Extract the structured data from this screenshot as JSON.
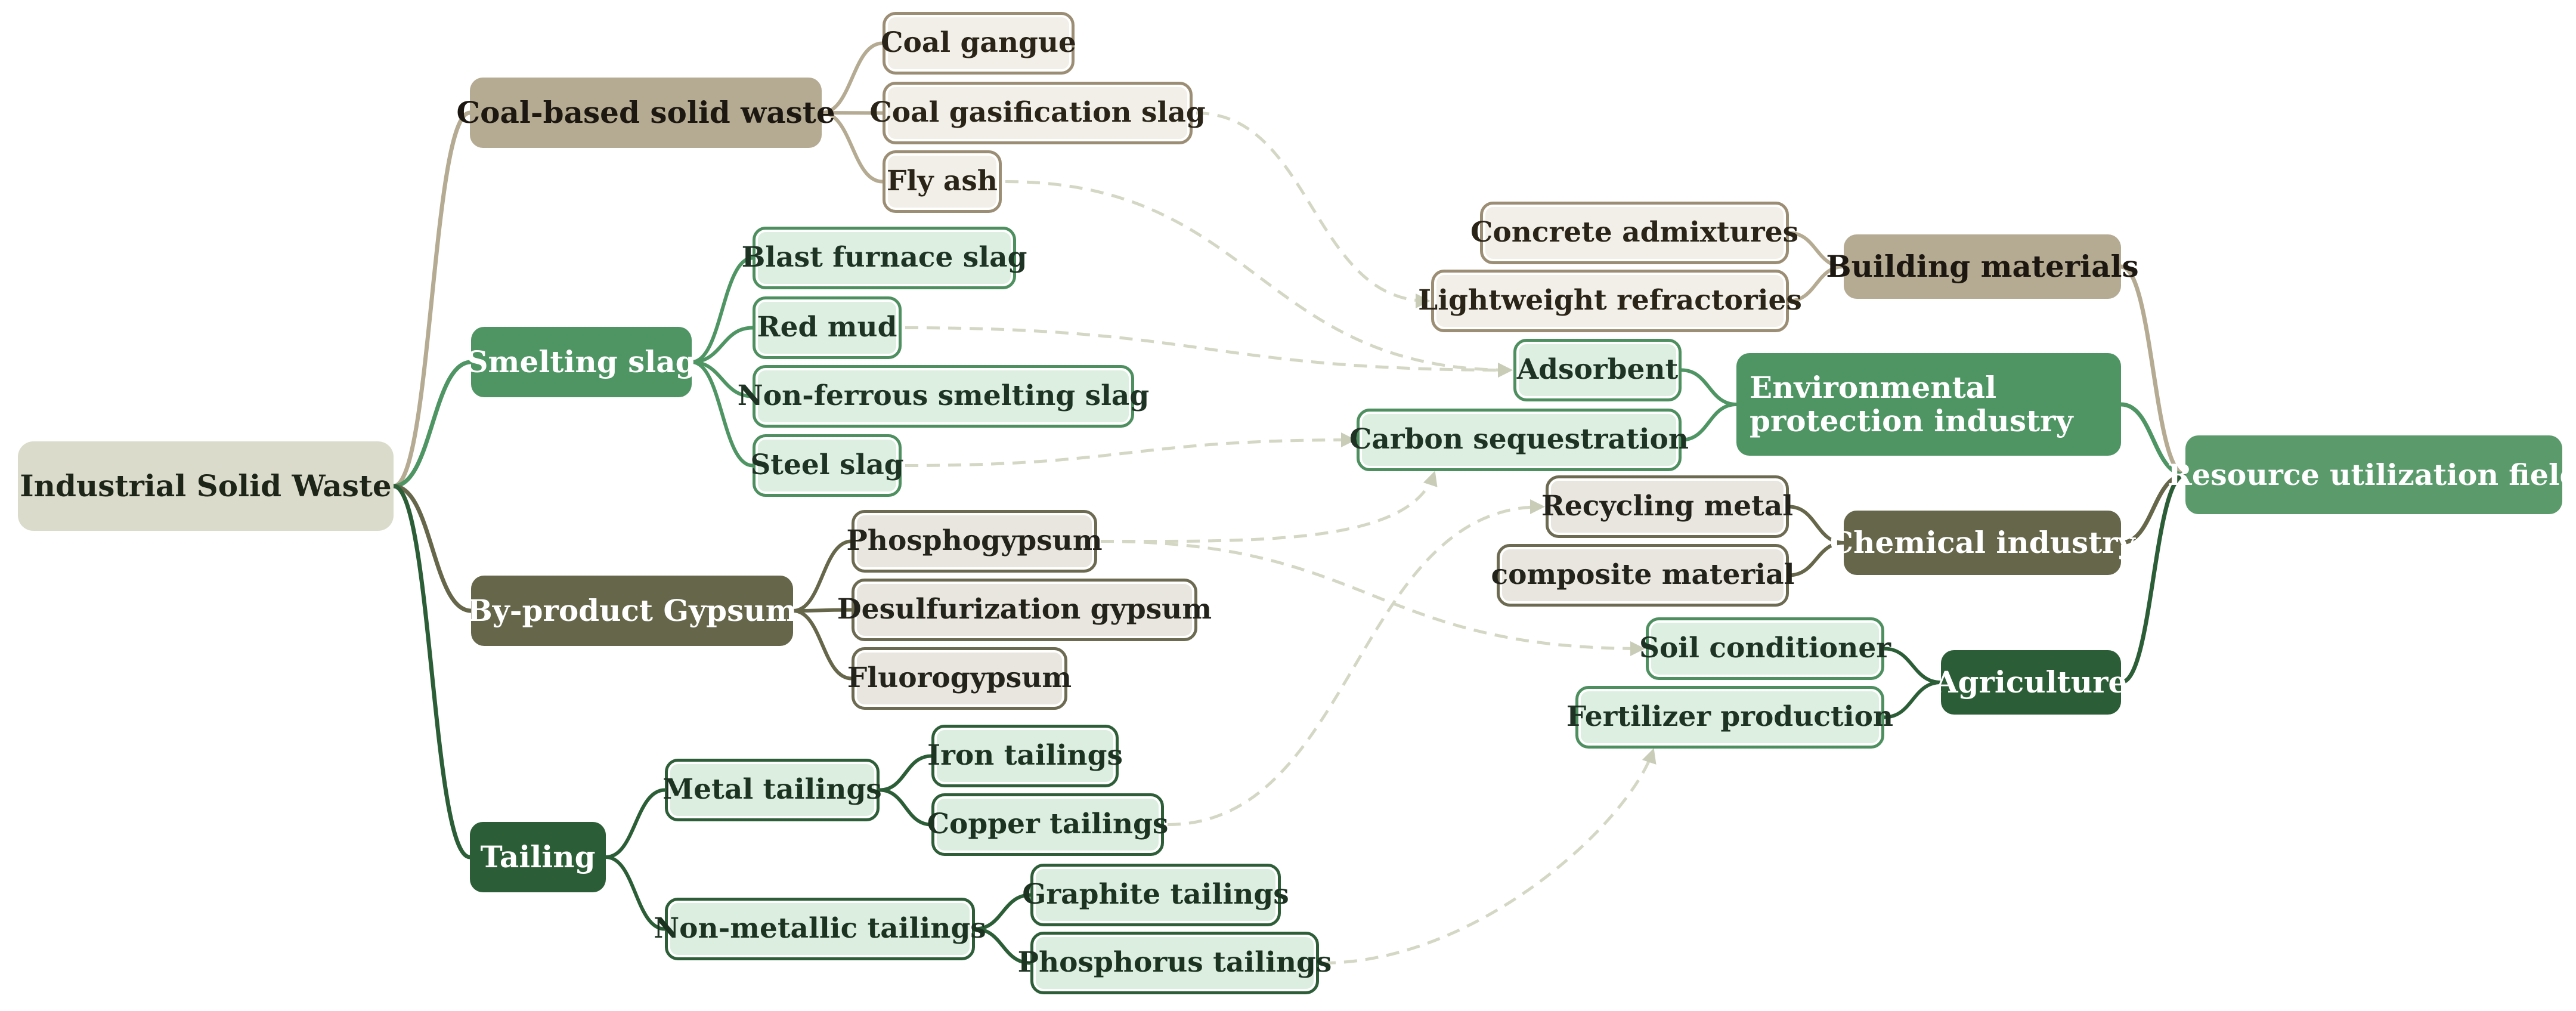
{
  "diagram": {
    "root": "Industrial Solid Waste",
    "categories": {
      "coal": {
        "label": "Coal-based solid waste",
        "items": [
          "Coal gangue",
          "Coal gasification slag",
          "Fly ash"
        ]
      },
      "smelting": {
        "label": "Smelting slag",
        "items": [
          "Blast furnace slag",
          "Red mud",
          "Non-ferrous smelting slag",
          "Steel slag"
        ]
      },
      "gypsum": {
        "label": "By-product Gypsum",
        "items": [
          "Phosphogypsum",
          "Desulfurization gypsum",
          "Fluorogypsum"
        ]
      },
      "tailing": {
        "label": "Tailing",
        "metal": {
          "label": "Metal tailings",
          "items": [
            "Iron tailings",
            "Copper tailings"
          ]
        },
        "nonmetal": {
          "label": "Non-metallic tailings",
          "items": [
            "Graphite tailings",
            "Phosphorus tailings"
          ]
        }
      }
    },
    "field": "Resource utilization field",
    "applications": {
      "building": {
        "label": "Building materials",
        "items": [
          "Concrete admixtures",
          "Lightweight refractories"
        ]
      },
      "env": {
        "label": "Environmental protection industry",
        "items": [
          "Adsorbent",
          "Carbon sequestration"
        ]
      },
      "chemical": {
        "label": "Chemical industry",
        "items": [
          "Recycling metal",
          "composite material"
        ]
      },
      "agri": {
        "label": "Agriculture",
        "items": [
          "Soil conditioner",
          "Fertilizer production"
        ]
      }
    },
    "cross_links": [
      [
        "Coal gasification slag",
        "Lightweight refractories"
      ],
      [
        "Fly ash",
        "Adsorbent"
      ],
      [
        "Red mud",
        "Adsorbent"
      ],
      [
        "Steel slag",
        "Carbon sequestration"
      ],
      [
        "Phosphogypsum",
        "Carbon sequestration"
      ],
      [
        "Phosphogypsum",
        "Soil conditioner"
      ],
      [
        "Copper tailings",
        "Recycling metal"
      ],
      [
        "Phosphorus tailings",
        "Fertilizer production"
      ]
    ],
    "colors": {
      "coal": "#b5aa92",
      "smelting": "#4e9563",
      "gypsum": "#66664a",
      "tailing": "#2b5e36",
      "root": "#dadbca",
      "field": "#5a9a6b",
      "dashed": "#d3d7c4"
    }
  }
}
